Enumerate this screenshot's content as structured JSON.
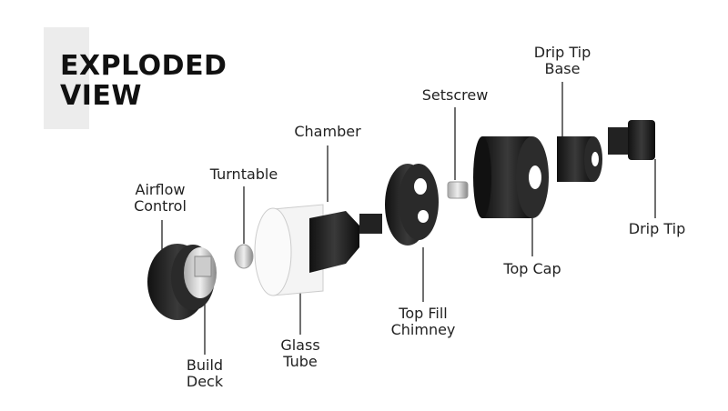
{
  "title": {
    "line1": "EXPLODED",
    "line2": "VIEW"
  },
  "labels": {
    "airflow_control": [
      "Airflow",
      "Control"
    ],
    "turntable": "Turntable",
    "chamber": "Chamber",
    "setscrew": "Setscrew",
    "drip_tip_base": [
      "Drip Tip",
      "Base"
    ],
    "drip_tip": "Drip Tip",
    "top_cap": "Top Cap",
    "top_fill_chimney": [
      "Top Fill",
      "Chimney"
    ],
    "glass_tube": [
      "Glass",
      "Tube"
    ],
    "build_deck": [
      "Build",
      "Deck"
    ]
  },
  "colors": {
    "part": "#1c1c1c",
    "line": "#222222",
    "accent_gray": "#ececec"
  }
}
